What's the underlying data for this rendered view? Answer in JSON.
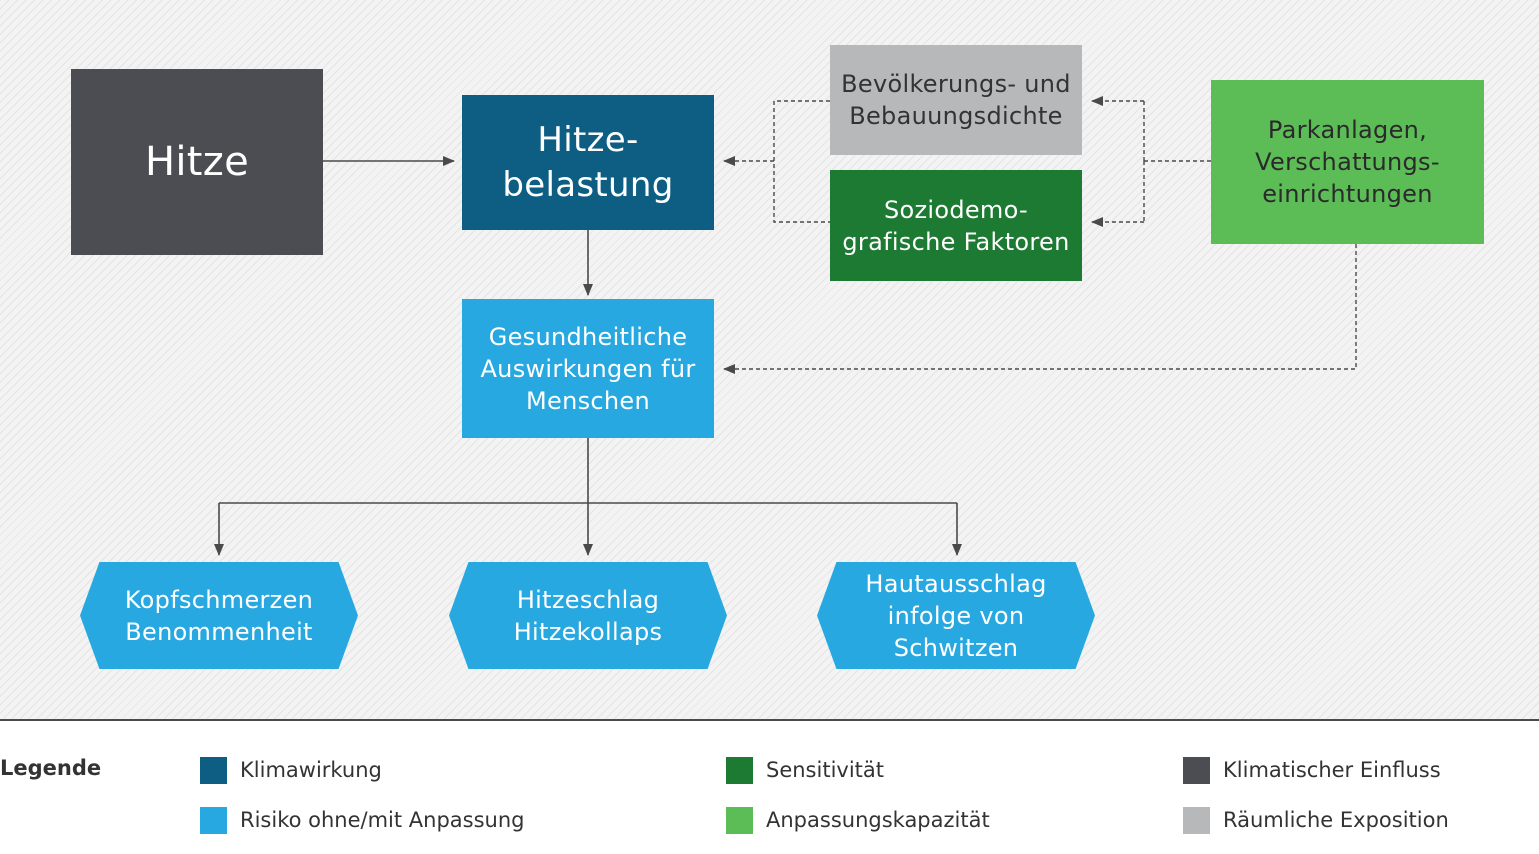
{
  "colors": {
    "klimawirkung": "#0e5e84",
    "risiko": "#27a8e0",
    "sensitivitaet": "#1c7a32",
    "anpassungskapazitaet": "#5cbd57",
    "klimatischer_einfluss": "#4b4d53",
    "raeumliche_exposition": "#b7b8b9"
  },
  "nodes": {
    "hitze": "Hitze",
    "hitzebelastung": "Hitze-\nbelastung",
    "bevoelkerung": "Bevölkerungs- und\nBebauungsdichte",
    "sozio": "Soziodemo-\ngrafische Faktoren",
    "park": "Parkanlagen,\nVerschattungs-\neinrichtungen",
    "gesundheit": "Gesundheitliche\nAuswirkungen für\nMenschen",
    "kopf": "Kopfschmerzen\nBenommenheit",
    "hitzeschlag": "Hitzeschlag\nHitzekollaps",
    "haut": "Hautausschlag\ninfolge von\nSchwitzen"
  },
  "legend": {
    "title": "Legende",
    "items": [
      {
        "label": "Klimawirkung",
        "color": "#0e5e84"
      },
      {
        "label": "Risiko ohne/mit Anpassung",
        "color": "#27a8e0"
      },
      {
        "label": "Sensitivität",
        "color": "#1c7a32"
      },
      {
        "label": "Anpassungskapazität",
        "color": "#5cbd57"
      },
      {
        "label": "Klimatischer Einfluss",
        "color": "#4b4d53"
      },
      {
        "label": "Räumliche Exposition",
        "color": "#b7b8b9"
      }
    ]
  }
}
